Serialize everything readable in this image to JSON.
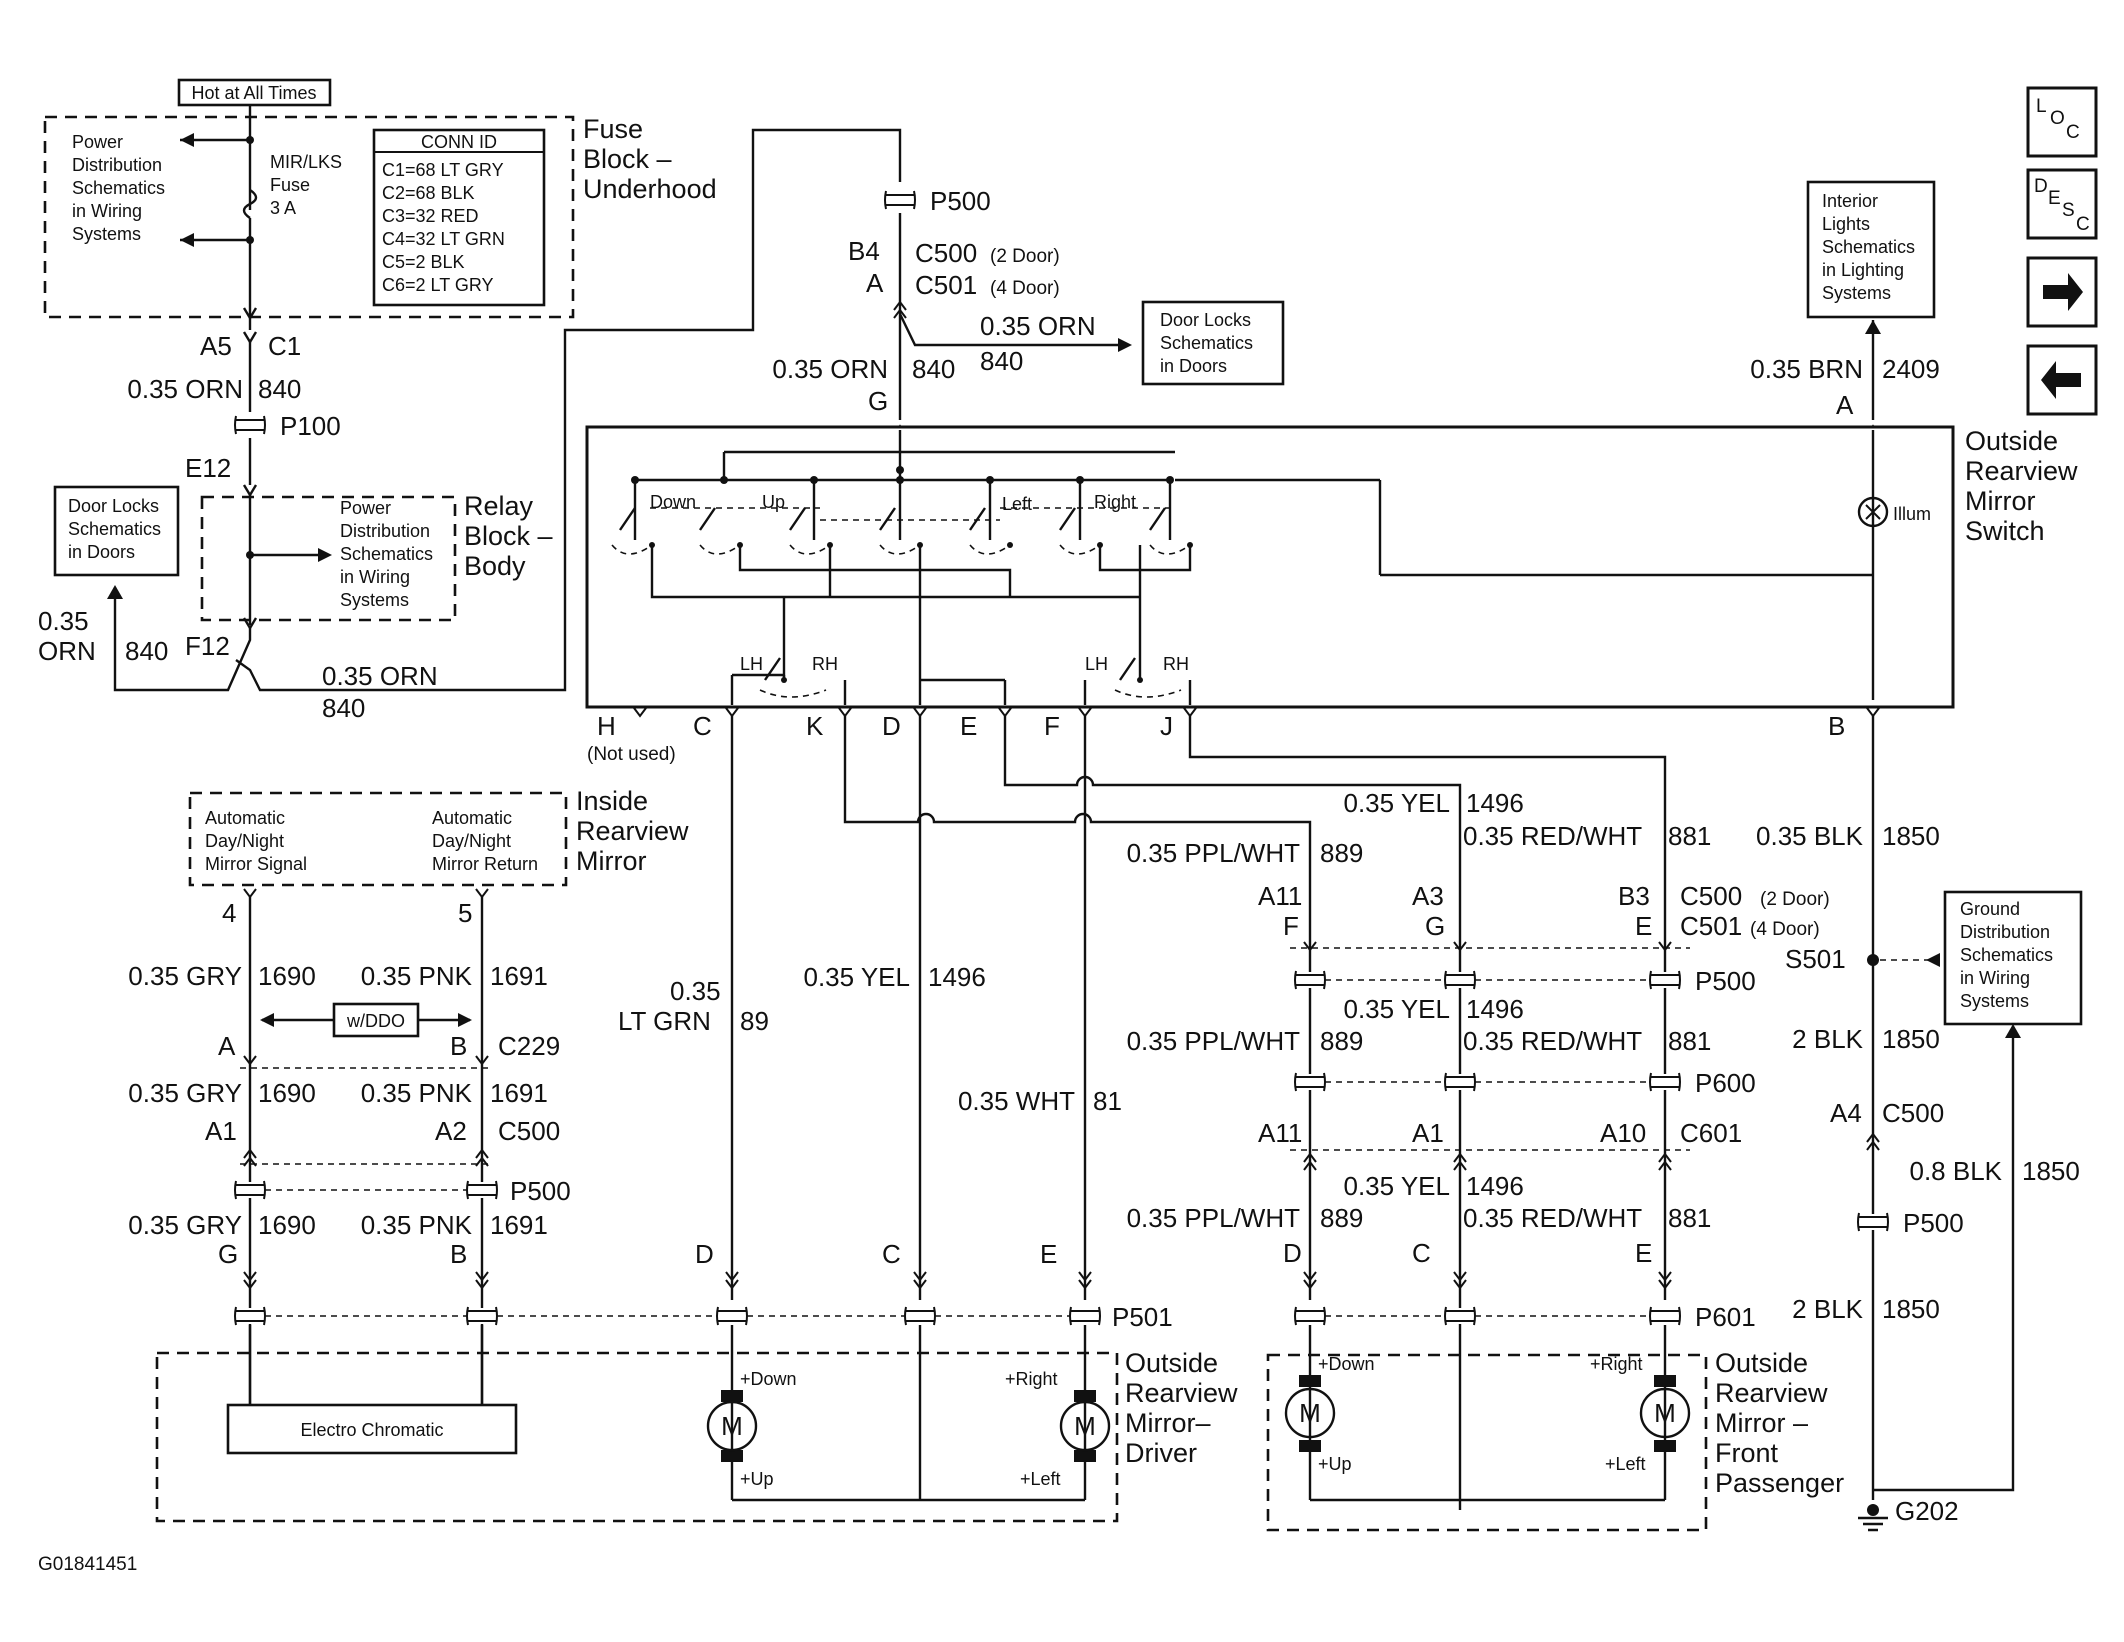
{
  "fuse_block": {
    "hot_label": "Hot at All Times",
    "label": [
      "Fuse",
      "Block –",
      "Underhood"
    ],
    "pds_note": [
      "Power",
      "Distribution",
      "Schematics",
      "in Wiring",
      "Systems"
    ],
    "fuse_name": [
      "MIR/LKS",
      "Fuse",
      "3 A"
    ],
    "conn_id_title": "CONN ID",
    "conn_ids": [
      "C1=68 LT GRY",
      "C2=68 BLK",
      "C3=32 RED",
      "C4=32 LT GRN",
      "C5=2 BLK",
      "C6=2 LT GRY"
    ]
  },
  "relay_block": {
    "label": [
      "Relay",
      "Block –",
      "Body"
    ],
    "pds_note": [
      "Power",
      "Distribution",
      "Schematics",
      "in Wiring",
      "Systems"
    ]
  },
  "door_locks_left": [
    "Door Locks",
    "Schematics",
    "in Doors"
  ],
  "door_locks_top": [
    "Door Locks",
    "Schematics",
    "in Doors"
  ],
  "interior_lights": [
    "Interior",
    "Lights",
    "Schematics",
    "in Lighting",
    "Systems"
  ],
  "ground_dist": [
    "Ground",
    "Distribution",
    "Schematics",
    "in Wiring",
    "Systems"
  ],
  "switch": {
    "label": [
      "Outside",
      "Rearview",
      "Mirror",
      "Switch"
    ],
    "contacts": [
      "Down",
      "Up",
      "Left",
      "Right"
    ],
    "selector": [
      "LH",
      "RH",
      "LH",
      "RH"
    ],
    "illum": "Illum"
  },
  "inside_mirror": {
    "label": [
      "Inside",
      "Rearview",
      "Mirror"
    ],
    "signal": [
      "Automatic",
      "Day/Night",
      "Mirror Signal"
    ],
    "return": [
      "Automatic",
      "Day/Night",
      "Mirror Return"
    ],
    "option": "w/DDO"
  },
  "driver_mirror": {
    "label": [
      "Outside",
      "Rearview",
      "Mirror–",
      "Driver"
    ],
    "electro": "Electro Chromatic",
    "motor": "M",
    "terms": [
      "+Down",
      "+Up",
      "+Right",
      "+Left"
    ]
  },
  "passenger_mirror": {
    "label": [
      "Outside",
      "Rearview",
      "Mirror –",
      "Front",
      "Passenger"
    ],
    "motor": "M",
    "terms": [
      "+Down",
      "+Up",
      "+Right",
      "+Left"
    ]
  },
  "labels": {
    "A5": "A5",
    "C1": "C1",
    "w840a": "0.35 ORN",
    "c840a": "840",
    "P100": "P100",
    "E12": "E12",
    "F12": "F12",
    "ornL": "0.35",
    "ornL2": "ORN",
    "c840L": "840",
    "w840b": "0.35 ORN",
    "c840b": "840",
    "P500top": "P500",
    "B4": "B4",
    "A": "A",
    "C500top": "C500",
    "C500topNote": "(2 Door)",
    "C501top": "C501",
    "C501topNote": "(4 Door)",
    "w840c": "0.35 ORN",
    "c840c": "840",
    "w840d": "0.35 ORN",
    "c840d": "840",
    "G": "G",
    "w2409": "0.35 BRN",
    "c2409": "2409",
    "A_ill": "A",
    "pinH": "H",
    "notUsed": "(Not used)",
    "pinC": "C",
    "pinK": "K",
    "pinD": "D",
    "pinE": "E",
    "pinF": "F",
    "pinJ": "J",
    "pinB": "B",
    "w1496a": "0.35 YEL",
    "c1496a": "1496",
    "w881a": "0.35 RED/WHT",
    "c881a": "881",
    "w1850a": "0.35 BLK",
    "c1850a": "1850",
    "w889a": "0.35 PPL/WHT",
    "c889a": "889",
    "A11a": "A11",
    "A3": "A3",
    "B3": "B3",
    "C500mid": "C500",
    "C500midNote": "(2 Door)",
    "Fp": "F",
    "Gp": "G",
    "Ep": "E",
    "C501mid": "C501",
    "C501midNote": "(4 Door)",
    "P500mid": "P500",
    "S501": "S501",
    "w1496b": "0.35 YEL",
    "c1496b": "1496",
    "w889b": "0.35 PPL/WHT",
    "c889b": "889",
    "w881b": "0.35 RED/WHT",
    "c881b": "881",
    "w1850b": "2 BLK",
    "c1850b": "1850",
    "P600": "P600",
    "A11b": "A11",
    "A1p": "A1",
    "A10": "A10",
    "C601": "C601",
    "A4": "A4",
    "C500g": "C500",
    "w1496c": "0.35 YEL",
    "c1496c": "1496",
    "w889c": "0.35 PPL/WHT",
    "c889c": "889",
    "w881c": "0.35 RED/WHT",
    "c881c": "881",
    "w1850c": "0.8 BLK",
    "c1850c": "1850",
    "P500g": "P500",
    "Dp": "D",
    "Cp": "C",
    "Ep2": "E",
    "P601": "P601",
    "w1850d": "2 BLK",
    "c1850d": "1850",
    "G202": "G202",
    "pin4": "4",
    "pin5": "5",
    "w1690a": "0.35 GRY",
    "c1690a": "1690",
    "w1691a": "0.35 PNK",
    "c1691a": "1691",
    "Ai": "A",
    "Bi": "B",
    "C229": "C229",
    "w1690b": "0.35 GRY",
    "c1690b": "1690",
    "w1691b": "0.35 PNK",
    "c1691b": "1691",
    "A1i": "A1",
    "A2i": "A2",
    "C500i": "C500",
    "P500i": "P500",
    "w1690c": "0.35 GRY",
    "c1690c": "1690",
    "w1691c": "0.35 PNK",
    "c1691c": "1691",
    "Gi": "G",
    "Bi2": "B",
    "w89": "0.35",
    "w89b": "LT GRN",
    "c89": "89",
    "w1496d": "0.35 YEL",
    "c1496d": "1496",
    "w81": "0.35 WHT",
    "c81": "81",
    "Dd": "D",
    "Cd": "C",
    "Ed": "E",
    "P501": "P501"
  },
  "nav": {
    "loc": [
      "L",
      "O",
      "C"
    ],
    "desc": [
      "D",
      "E",
      "S",
      "C"
    ],
    "next_arrow": "→",
    "prev_arrow": "←"
  },
  "figure_id": "G01841451"
}
